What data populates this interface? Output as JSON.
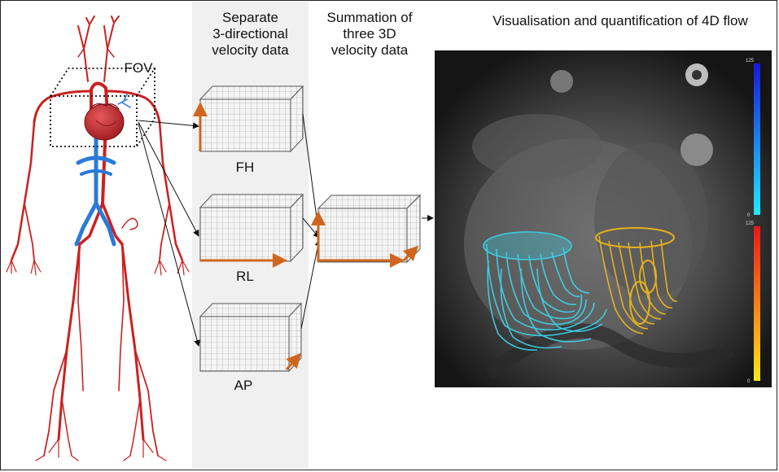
{
  "headings": {
    "separate": [
      "Separate",
      "3-directional",
      "velocity data"
    ],
    "summation": [
      "Summation of",
      "three 3D",
      "velocity data"
    ],
    "visualisation": "Visualisation and quantification of 4D flow"
  },
  "fov_label": "FOV",
  "velocity_components": [
    "FH",
    "RL",
    "AP"
  ],
  "colorbars": [
    {
      "max_label": "125",
      "min_label": "0",
      "colors": [
        "#1818d8",
        "#20e8ff"
      ]
    },
    {
      "max_label": "125",
      "min_label": "0",
      "colors": [
        "#e81818",
        "#ffe818"
      ]
    }
  ],
  "colors": {
    "artery": "#cc2020",
    "vein": "#2a7ad8",
    "heart": "#c0282c",
    "arrow_axis": "#d0661e",
    "flow_inflow": "#3ad8f0",
    "flow_outflow": "#f0b818",
    "band": "#f0f0f0"
  }
}
